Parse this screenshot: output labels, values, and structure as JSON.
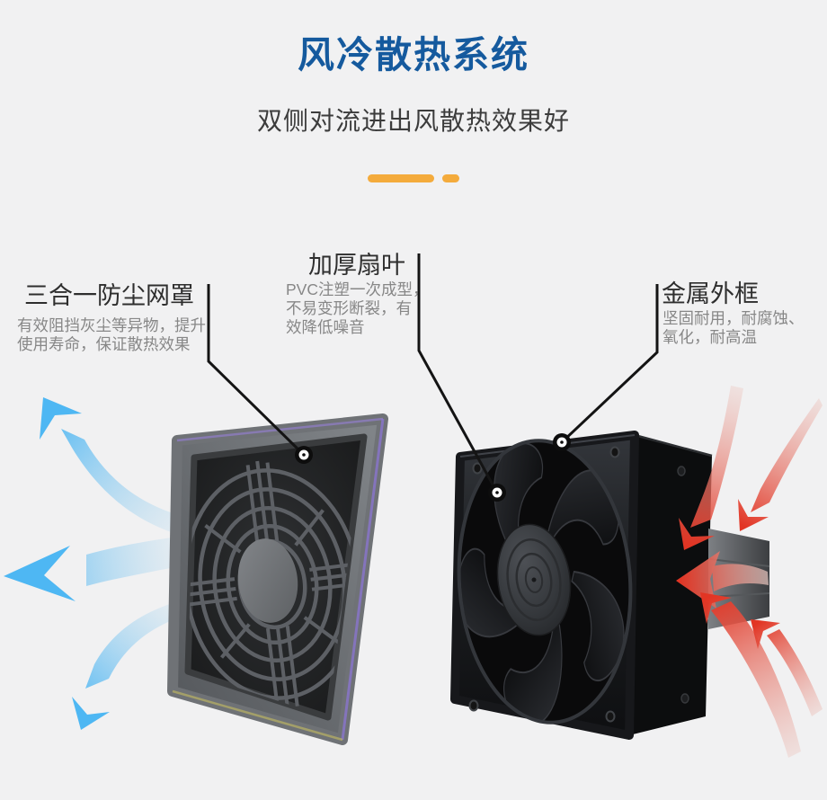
{
  "page": {
    "background": "#f1f1f2"
  },
  "header": {
    "title": "风冷散热系统",
    "title_color": "#155a9e",
    "subtitle": "双侧对流进出风散热效果好",
    "divider_color": "#f4ab3c"
  },
  "annotations": [
    {
      "title": "三合一防尘网罩",
      "desc_lines": [
        "有效阻挡灰尘等异物，提升",
        "使用寿命，保证散热效果"
      ]
    },
    {
      "title": "加厚扇叶",
      "desc_lines": [
        "PVC注塑一次成型，",
        "不易变形断裂，有",
        "效降低噪音"
      ]
    },
    {
      "title": "金属外框",
      "desc_lines": [
        "坚固耐用，耐腐蚀、",
        "氧化，耐高温"
      ]
    }
  ],
  "graphics": {
    "airflow_in_color": "#45b3f2",
    "airflow_out_color": "#e23524",
    "products": [
      "dust-filter-cover",
      "axial-cooling-fan"
    ]
  }
}
